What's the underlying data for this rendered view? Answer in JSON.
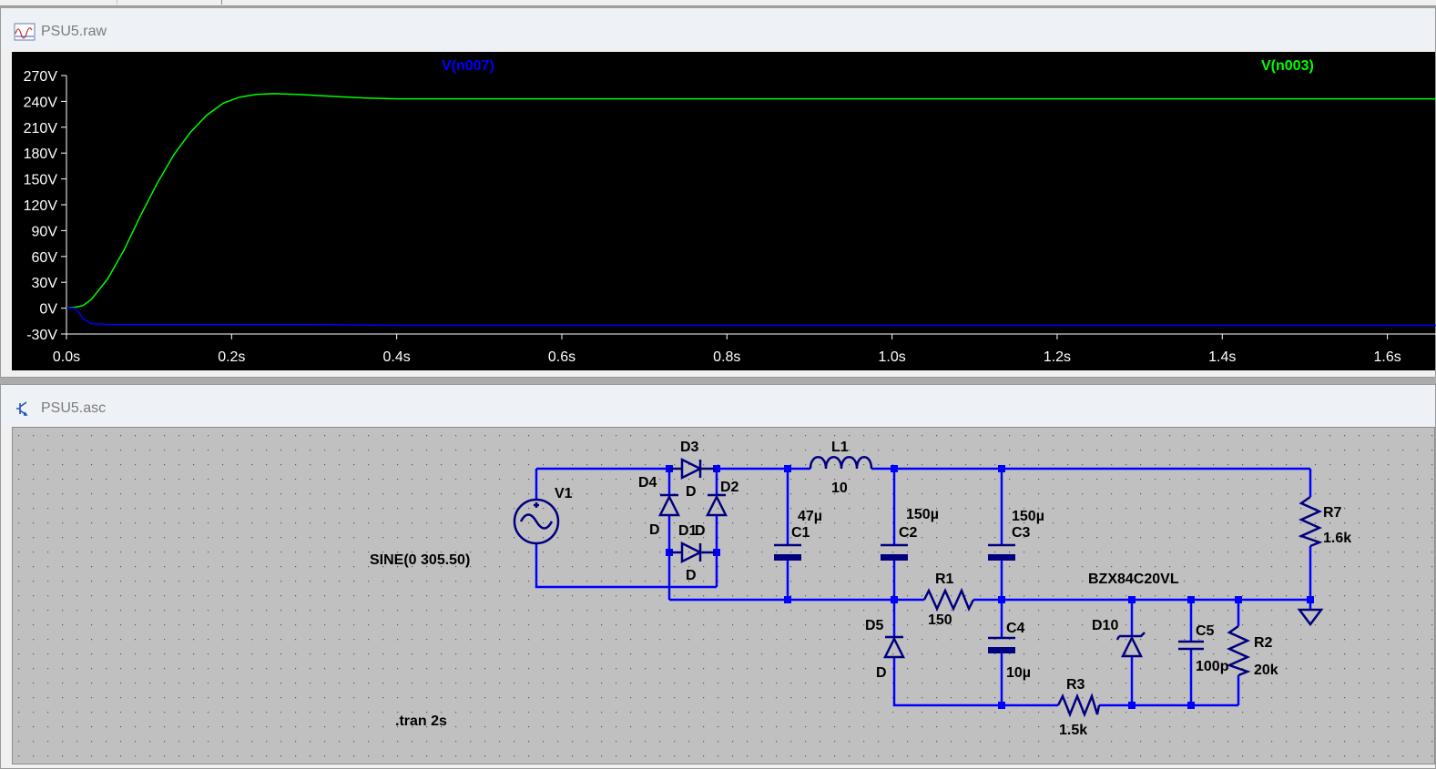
{
  "waveform_window": {
    "title": "PSU5.raw",
    "trace_labels": [
      {
        "name": "V(n007)",
        "color": "#0000ff"
      },
      {
        "name": "V(n003)",
        "color": "#00ff00"
      }
    ]
  },
  "schematic_window": {
    "title": "PSU5.asc",
    "source_spec": "SINE(0 305.50)",
    "directive": ".tran 2s",
    "parts": {
      "V1": "V1",
      "D1": "D1",
      "D2": "D2",
      "D3": "D3",
      "D4": "D4",
      "D5": "D5",
      "D10": "D10",
      "diode_model": "D",
      "zener_model": "BZX84C20VL",
      "L1": "L1",
      "L1_value": "10",
      "C1": "C1",
      "C1_value": "47µ",
      "C2": "C2",
      "C2_value": "150µ",
      "C3": "C3",
      "C3_value": "150µ",
      "C4": "C4",
      "C4_value": "10µ",
      "C5": "C5",
      "C5_value": "100p",
      "R1": "R1",
      "R1_value": "150",
      "R2": "R2",
      "R2_value": "20k",
      "R3": "R3",
      "R3_value": "1.5k",
      "R7": "R7",
      "R7_value": "1.6k"
    }
  },
  "chart_data": {
    "type": "line",
    "title": "",
    "xlabel": "",
    "ylabel": "",
    "x_ticks": [
      "0.0s",
      "0.2s",
      "0.4s",
      "0.6s",
      "0.8s",
      "1.0s",
      "1.2s",
      "1.4s",
      "1.6s"
    ],
    "y_ticks": [
      "270V",
      "240V",
      "210V",
      "180V",
      "150V",
      "120V",
      "90V",
      "60V",
      "30V",
      "0V",
      "-30V"
    ],
    "xlim": [
      0,
      1.66
    ],
    "ylim": [
      -30,
      270
    ],
    "grid": false,
    "series": [
      {
        "name": "V(n003)",
        "color": "#00ff00",
        "x": [
          0,
          0.01,
          0.02,
          0.03,
          0.05,
          0.07,
          0.09,
          0.11,
          0.13,
          0.15,
          0.17,
          0.19,
          0.21,
          0.23,
          0.25,
          0.28,
          0.32,
          0.36,
          0.4,
          0.6,
          0.8,
          1.0,
          1.2,
          1.4,
          1.66
        ],
        "y": [
          0,
          1,
          3,
          10,
          34,
          68,
          108,
          145,
          178,
          204,
          224,
          238,
          245,
          248,
          249,
          248,
          246,
          244,
          243,
          243,
          243,
          243,
          243,
          243,
          243
        ]
      },
      {
        "name": "V(n007)",
        "color": "#0000ff",
        "x": [
          0,
          0.01,
          0.015,
          0.02,
          0.03,
          0.05,
          0.1,
          0.2,
          0.3,
          0.4,
          0.6,
          0.8,
          1.0,
          1.2,
          1.4,
          1.66
        ],
        "y": [
          0,
          0,
          -5,
          -12,
          -18,
          -19,
          -19,
          -19,
          -19,
          -20,
          -20,
          -20,
          -20,
          -20,
          -20,
          -20
        ]
      }
    ]
  }
}
